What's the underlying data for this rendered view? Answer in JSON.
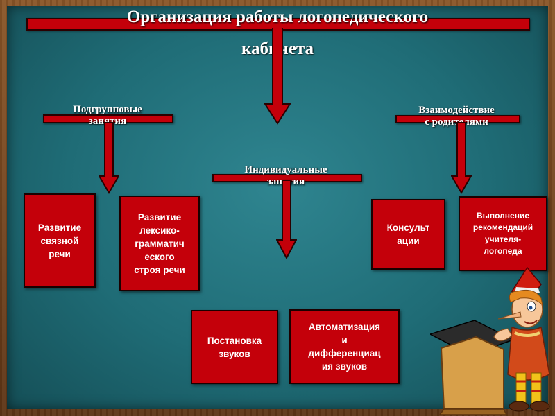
{
  "title": {
    "line1": "Организация работы логопедического",
    "line2": "кабинета"
  },
  "headings": {
    "group": "Подгрупповые\nзанятия",
    "individual": "Индивидуальные\nзанятия",
    "parents": "Взаимодействие\nс родителями"
  },
  "boxes": {
    "speech": "Развитие\nсвязной\nречи",
    "lexical": "Развитие\nлексико-\nграмматич\nеского\nстроя речи",
    "staging": "Постановка\nзвуков",
    "automation": "Автоматизация\nи\nдифференциац\nия звуков",
    "consult": "Консульт\nации",
    "recommend": "Выполнение\nрекомендаций\nучителя-\nлогопеда"
  },
  "colors": {
    "box_fill": "#c4000a",
    "board": "#1f6c76",
    "frame": "#7a4a22",
    "text": "#ffffff"
  },
  "illustration": "cartoon-boy-with-lectern"
}
